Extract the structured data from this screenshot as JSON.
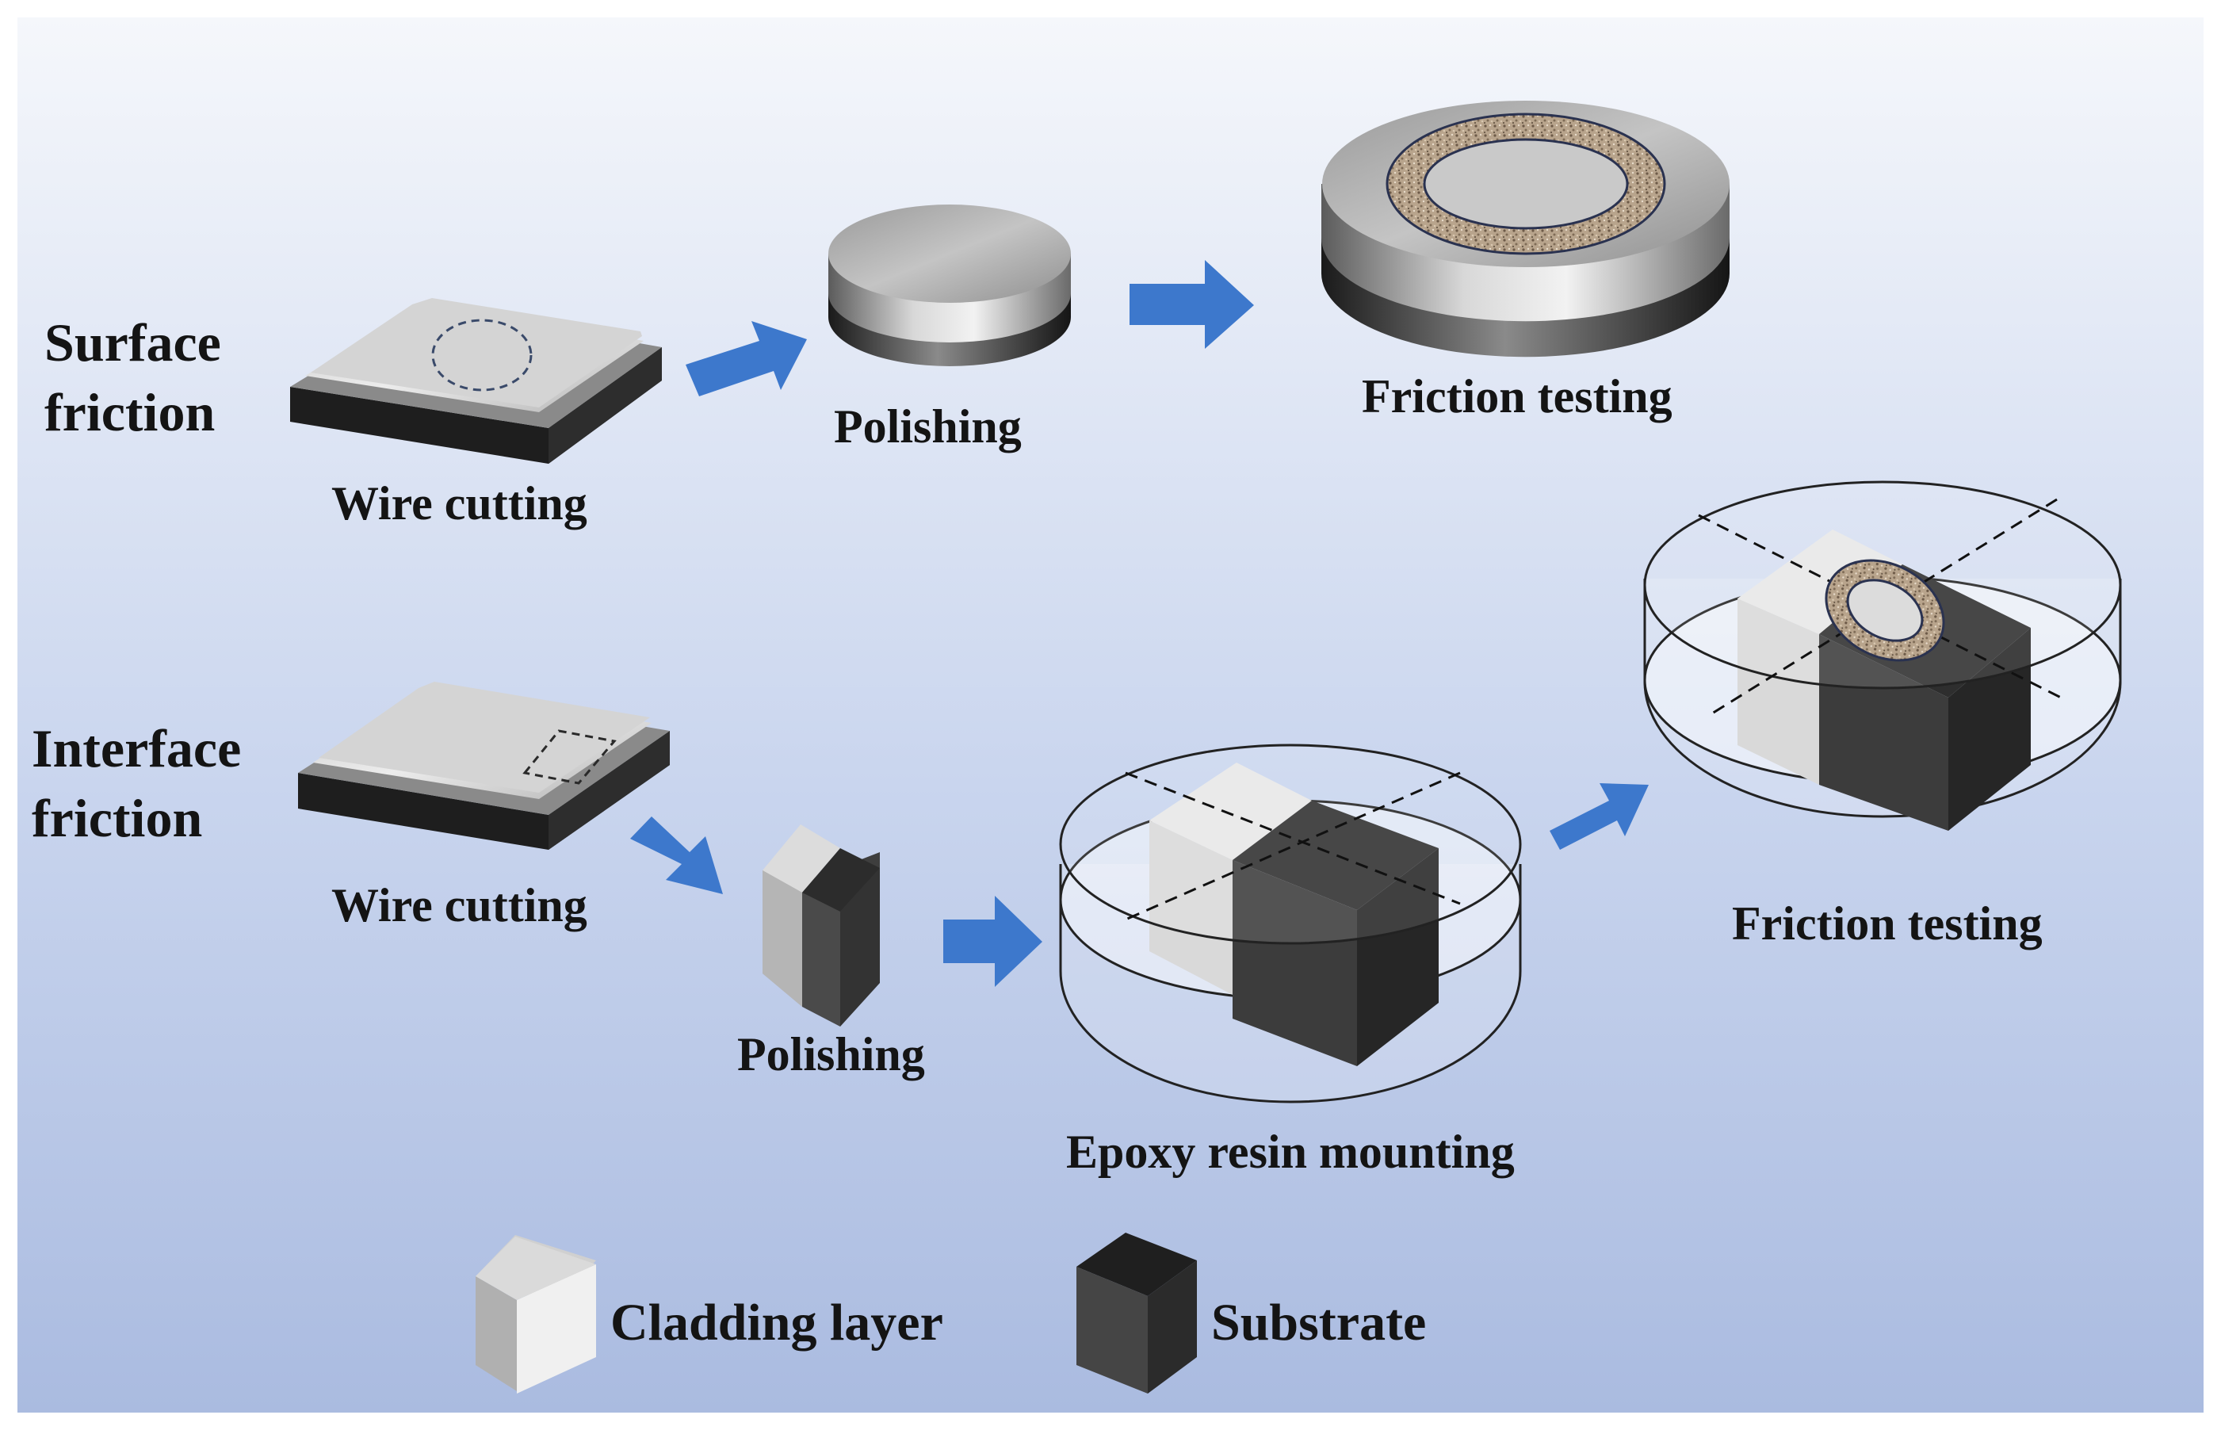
{
  "rows": {
    "surface": {
      "label_line1": "Surface",
      "label_line2": "friction",
      "steps": [
        "Wire cutting",
        "Polishing",
        "Friction testing"
      ]
    },
    "interface": {
      "label_line1": "Interface",
      "label_line2": "friction",
      "steps": [
        "Wire cutting",
        "Polishing",
        "Epoxy resin mounting",
        "Friction testing"
      ]
    }
  },
  "legend": {
    "cladding": "Cladding layer",
    "substrate": "Substrate"
  },
  "colors": {
    "arrow": "#3d78cc",
    "cladding": "#e2e2e2",
    "substrate": "#3a3a3a",
    "background_top": "#f5f7fb",
    "background_bottom": "#aabbe0"
  }
}
